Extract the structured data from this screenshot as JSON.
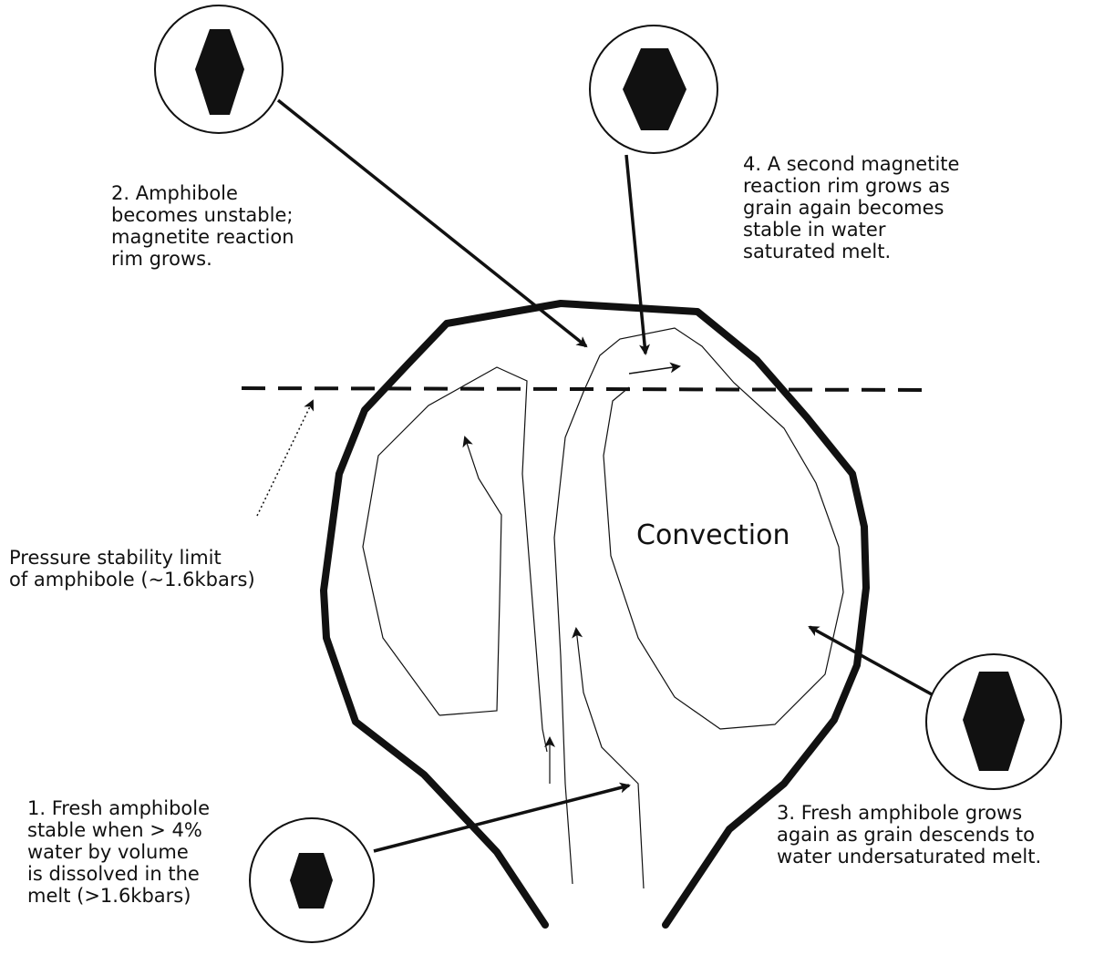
{
  "colors": {
    "ink": "#111111",
    "background": "#ffffff"
  },
  "labels": {
    "step1": "1. Fresh amphibole\nstable when > 4%\nwater by volume\nis dissolved in the\nmelt (>1.6kbars)",
    "step2": "2. Amphibole\nbecomes unstable;\nmagnetite reaction\nrim grows.",
    "step3": "3. Fresh amphibole grows\nagain as grain descends to\nwater undersaturated melt.",
    "step4": "4. A second magnetite\nreaction rim grows as\ngrain again becomes\nstable in water\nsaturated melt.",
    "pressure_limit": "Pressure stability limit\nof amphibole (~1.6kbars)",
    "convection": "Convection"
  },
  "grain_icons": [
    "grain-icon-unrimmed",
    "grain-icon-rimmed",
    "grain-icon-double-rimmed",
    "grain-icon-regrown"
  ]
}
